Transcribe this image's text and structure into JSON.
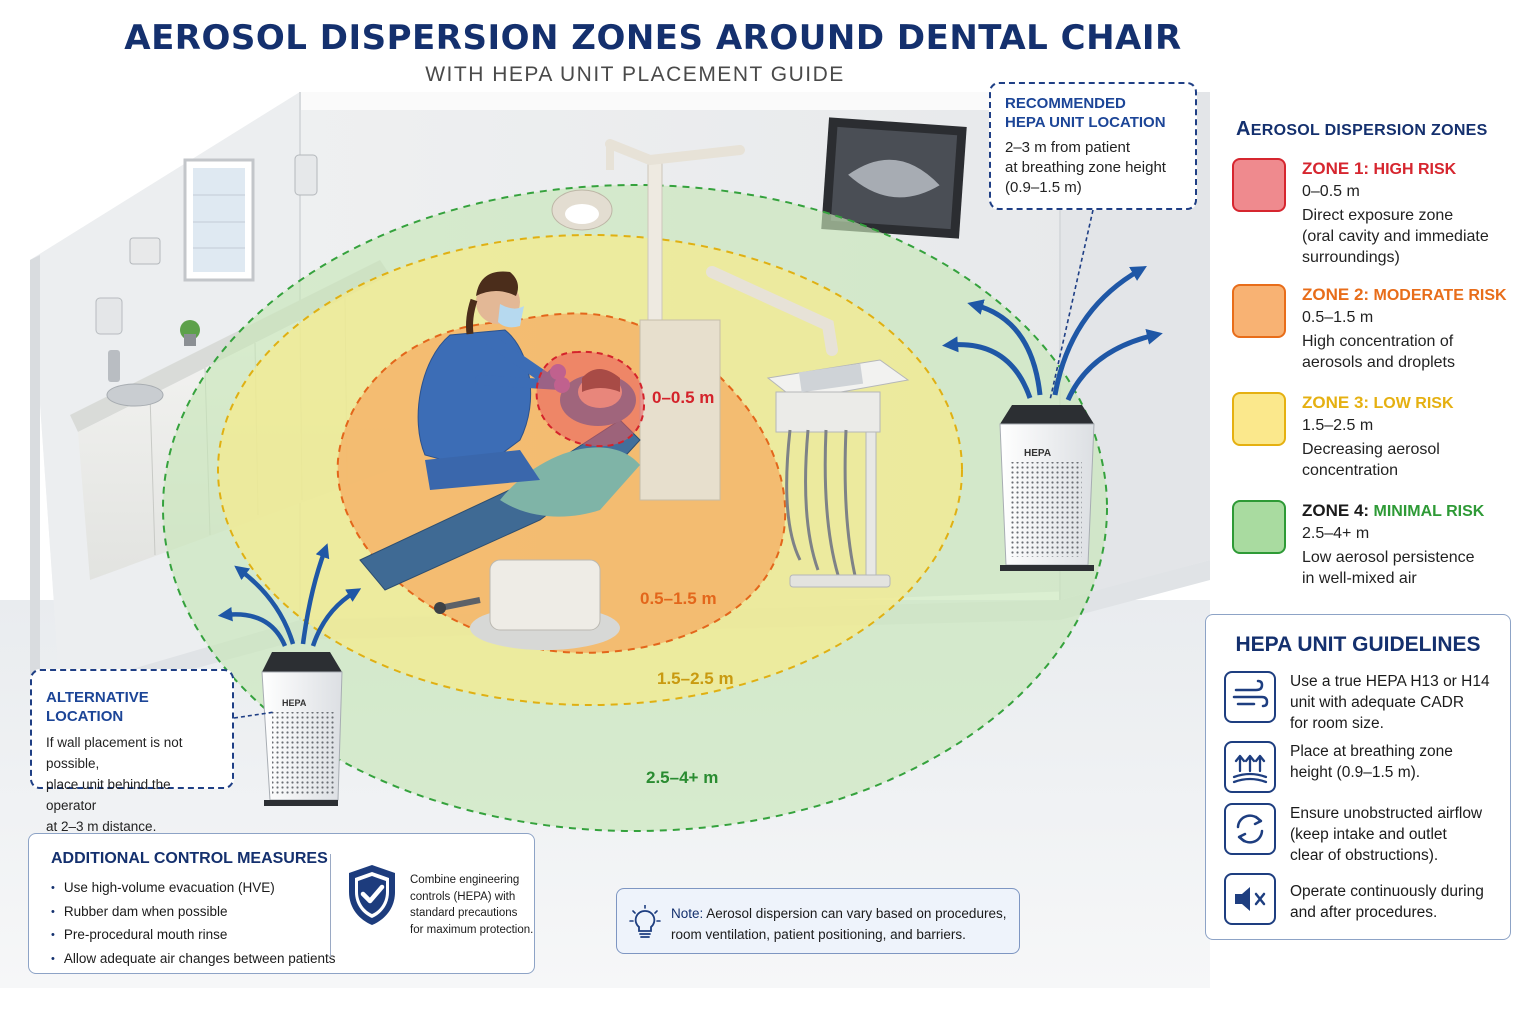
{
  "header": {
    "title": "AEROSOL DISPERSION ZONES AROUND DENTAL CHAIR",
    "subtitle": "WITH HEPA UNIT PLACEMENT GUIDE"
  },
  "diagram": {
    "zone_labels": [
      "0–0.5 m",
      "0.5–1.5 m",
      "1.5–2.5 m",
      "2.5–4+ m"
    ],
    "hepa_unit_label": "HEPA"
  },
  "recommended_callout": {
    "heading_1": "RECOMMENDED",
    "heading_2": "HEPA UNIT LOCATION",
    "body_1": "2–3 m from patient",
    "body_2": "at breathing zone height",
    "body_3": "(0.9–1.5 m)"
  },
  "alternative_callout": {
    "heading": "ALTERNATIVE LOCATION",
    "body_1": "If wall placement is not possible,",
    "body_2": "place unit behind the operator",
    "body_3": "at 2–3 m distance."
  },
  "legend": {
    "title_big": "A",
    "title_rest_1": "EROSOL",
    "title_rest_2": " DISPERSION ZONES",
    "zones": [
      {
        "zone": "ZONE 1:",
        "label": " HIGH RISK",
        "range": "0–0.5 m",
        "desc_1": "Direct exposure zone",
        "desc_2": "(oral cavity and immediate",
        "desc_3": "surroundings)",
        "color": "#d6262f",
        "fill": "#ef8a8e"
      },
      {
        "zone": "ZONE 2:",
        "label": " MODERATE RISK",
        "range": "0.5–1.5 m",
        "desc_1": "High concentration of",
        "desc_2": "aerosols and droplets",
        "desc_3": "",
        "color": "#e86d1a",
        "fill": "#f8b273"
      },
      {
        "zone": "ZONE 3:",
        "label": " LOW RISK",
        "range": "1.5–2.5 m",
        "desc_1": "Decreasing aerosol",
        "desc_2": "concentration",
        "desc_3": "",
        "color": "#e5b011",
        "fill": "#fbe88c"
      },
      {
        "zone": "ZONE 4:",
        "label": " MINIMAL RISK",
        "range": "2.5–4+ m",
        "desc_1": "Low aerosol persistence",
        "desc_2": "in well-mixed air",
        "desc_3": "",
        "color": "#2e9a36",
        "fill": "#a9dba0"
      }
    ]
  },
  "hepa_guidelines": {
    "title": "HEPA UNIT GUIDELINES",
    "items": [
      {
        "icon": "airflow-icon",
        "line_1": "Use a true HEPA H13 or H14",
        "line_2": "unit with adequate CADR",
        "line_3": "for room size."
      },
      {
        "icon": "upward-airflow-icon",
        "line_1": "Place at breathing zone",
        "line_2": "height (0.9–1.5 m).",
        "line_3": ""
      },
      {
        "icon": "circulation-icon",
        "line_1": "Ensure unobstructed airflow",
        "line_2": "(keep intake and outlet",
        "line_3": "clear of obstructions)."
      },
      {
        "icon": "speaker-mute-icon",
        "line_1": "Operate continuously during",
        "line_2": "and after procedures.",
        "line_3": ""
      }
    ]
  },
  "control_measures": {
    "title": "ADDITIONAL CONTROL MEASURES",
    "items": [
      "Use high-volume evacuation (HVE)",
      "Rubber dam when possible",
      "Pre-procedural mouth rinse",
      "Allow adequate air changes between patients"
    ],
    "protection_1": "Combine engineering",
    "protection_2": "controls (HEPA) with",
    "protection_3": "standard precautions",
    "protection_4": "for maximum protection."
  },
  "note": {
    "label": "Note:",
    "text_1": " Aerosol dispersion can vary based on procedures,",
    "text_2": "room ventilation, patient positioning, and barriers."
  }
}
